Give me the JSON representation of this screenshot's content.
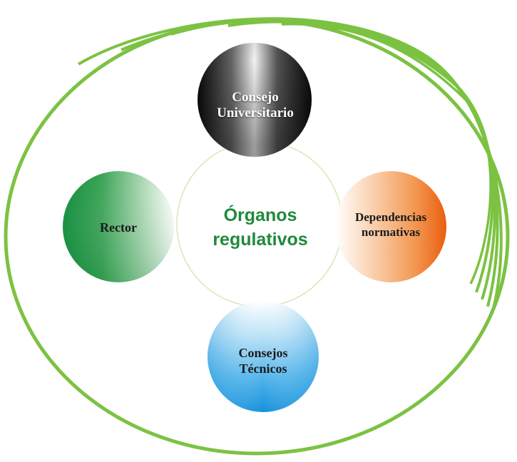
{
  "diagram": {
    "center": {
      "line1": "Órganos",
      "line2": "regulativos"
    },
    "nodes": {
      "top": {
        "line1": "Consejo",
        "line2": "Universitario"
      },
      "left": {
        "line1": "Rector"
      },
      "right": {
        "line1": "Dependencias",
        "line2": "normativas"
      },
      "bottom": {
        "line1": "Consejos",
        "line2": "Técnicos"
      }
    },
    "colors": {
      "ring": "#7cc242",
      "center_text": "#1f8a3b",
      "top": "#1a1a1a",
      "left": "#0f8f3a",
      "right": "#ee6f1a",
      "bottom": "#1f9be0"
    }
  }
}
